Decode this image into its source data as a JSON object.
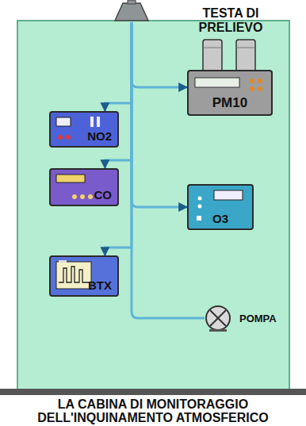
{
  "diagram": {
    "caption": "LA CABINA DI MONITORAGGIO DELL'INQUINAMENTO ATMOSFERICO",
    "nodes": [
      {
        "text": [
          "TESTA DI PRELIEVO"
        ]
      },
      {
        "text": [
          "PM10"
        ]
      },
      {
        "text": [
          "NO2"
        ]
      },
      {
        "text": [
          "CO"
        ]
      },
      {
        "text": [
          "O3"
        ]
      },
      {
        "text": [
          "BTX"
        ]
      },
      {
        "text": [
          "POMPA"
        ]
      }
    ],
    "edges": [
      {
        "from": 0,
        "to": 1,
        "arrow": "to"
      },
      {
        "from": 0,
        "to": 2,
        "arrow": "to"
      },
      {
        "from": 0,
        "to": 3,
        "arrow": "to"
      },
      {
        "from": 0,
        "to": 4,
        "arrow": "to"
      },
      {
        "from": 0,
        "to": 5,
        "arrow": "to"
      },
      {
        "from": 0,
        "to": 6,
        "arrow": "none"
      }
    ]
  }
}
